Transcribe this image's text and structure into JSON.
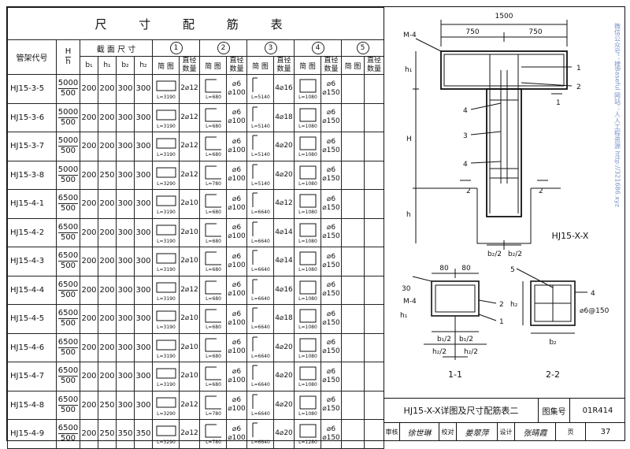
{
  "table": {
    "title": "尺 寸 配 筋 表",
    "col_code": "管架代号",
    "col_H_top": "H",
    "col_H_bottom": "h",
    "col_section": "截 面 尺 寸",
    "section_cols": [
      "b₁",
      "h₁",
      "b₂",
      "h₂"
    ],
    "bar_groups": [
      "1",
      "2",
      "3",
      "4",
      "5"
    ],
    "sub_sketch": "简 图",
    "sub_dia_qty": "直径数量",
    "rows": [
      {
        "code": "HJ15-3-5",
        "H": "5000",
        "h": "500",
        "b1": "200",
        "h1": "200",
        "b2": "300",
        "h2": "300",
        "b1bar": "2⌀12",
        "b2bar": "⌀6 ⌀100",
        "b3bar": "4⌀16",
        "b4bar": "⌀6 ⌀150",
        "L1": "L=3190",
        "L2": "L=680",
        "L3": "L=5140",
        "L4": "L=1080"
      },
      {
        "code": "HJ15-3-6",
        "H": "5000",
        "h": "500",
        "b1": "200",
        "h1": "200",
        "b2": "300",
        "h2": "300",
        "b1bar": "2⌀12",
        "b2bar": "⌀6 ⌀100",
        "b3bar": "4⌀18",
        "b4bar": "⌀6 ⌀150",
        "L1": "L=3190",
        "L2": "L=680",
        "L3": "L=5140",
        "L4": "L=1080"
      },
      {
        "code": "HJ15-3-7",
        "H": "5000",
        "h": "500",
        "b1": "200",
        "h1": "200",
        "b2": "300",
        "h2": "300",
        "b1bar": "2⌀12",
        "b2bar": "⌀6 ⌀100",
        "b3bar": "4⌀20",
        "b4bar": "⌀6 ⌀150",
        "L1": "L=3190",
        "L2": "L=680",
        "L3": "L=5140",
        "L4": "L=1080"
      },
      {
        "code": "HJ15-3-8",
        "H": "5000",
        "h": "500",
        "b1": "200",
        "h1": "250",
        "b2": "300",
        "h2": "300",
        "b1bar": "2⌀12",
        "b2bar": "⌀6 ⌀100",
        "b3bar": "4⌀20",
        "b4bar": "⌀6 ⌀150",
        "L1": "L=3290",
        "L2": "L=780",
        "L3": "L=5140",
        "L4": "L=1080"
      },
      {
        "code": "HJ15-4-1",
        "H": "6500",
        "h": "500",
        "b1": "200",
        "h1": "200",
        "b2": "300",
        "h2": "300",
        "b1bar": "2⌀10",
        "b2bar": "⌀6 ⌀100",
        "b3bar": "4⌀12",
        "b4bar": "⌀6 ⌀150",
        "L1": "L=3190",
        "L2": "L=680",
        "L3": "L=6640",
        "L4": "L=1080"
      },
      {
        "code": "HJ15-4-2",
        "H": "6500",
        "h": "500",
        "b1": "200",
        "h1": "200",
        "b2": "300",
        "h2": "300",
        "b1bar": "2⌀10",
        "b2bar": "⌀6 ⌀100",
        "b3bar": "4⌀14",
        "b4bar": "⌀6 ⌀150",
        "L1": "L=3190",
        "L2": "L=680",
        "L3": "L=6640",
        "L4": "L=1080"
      },
      {
        "code": "HJ15-4-3",
        "H": "6500",
        "h": "500",
        "b1": "200",
        "h1": "200",
        "b2": "300",
        "h2": "300",
        "b1bar": "2⌀10",
        "b2bar": "⌀6 ⌀100",
        "b3bar": "4⌀14",
        "b4bar": "⌀6 ⌀150",
        "L1": "L=3190",
        "L2": "L=680",
        "L3": "L=6640",
        "L4": "L=1080"
      },
      {
        "code": "HJ15-4-4",
        "H": "6500",
        "h": "500",
        "b1": "200",
        "h1": "200",
        "b2": "300",
        "h2": "300",
        "b1bar": "2⌀12",
        "b2bar": "⌀6 ⌀100",
        "b3bar": "4⌀16",
        "b4bar": "⌀6 ⌀150",
        "L1": "L=3190",
        "L2": "L=680",
        "L3": "L=6640",
        "L4": "L=1080"
      },
      {
        "code": "HJ15-4-5",
        "H": "6500",
        "h": "500",
        "b1": "200",
        "h1": "200",
        "b2": "300",
        "h2": "300",
        "b1bar": "2⌀10",
        "b2bar": "⌀6 ⌀100",
        "b3bar": "4⌀18",
        "b4bar": "⌀6 ⌀150",
        "L1": "L=3190",
        "L2": "L=680",
        "L3": "L=6640",
        "L4": "L=1080"
      },
      {
        "code": "HJ15-4-6",
        "H": "6500",
        "h": "500",
        "b1": "200",
        "h1": "200",
        "b2": "300",
        "h2": "300",
        "b1bar": "2⌀10",
        "b2bar": "⌀6 ⌀100",
        "b3bar": "4⌀20",
        "b4bar": "⌀6 ⌀150",
        "L1": "L=3190",
        "L2": "L=680",
        "L3": "L=6640",
        "L4": "L=1080"
      },
      {
        "code": "HJ15-4-7",
        "H": "6500",
        "h": "500",
        "b1": "200",
        "h1": "200",
        "b2": "300",
        "h2": "300",
        "b1bar": "2⌀10",
        "b2bar": "⌀6 ⌀100",
        "b3bar": "4⌀20",
        "b4bar": "⌀6 ⌀150",
        "L1": "L=3190",
        "L2": "L=680",
        "L3": "L=6640",
        "L4": "L=1080"
      },
      {
        "code": "HJ15-4-8",
        "H": "6500",
        "h": "500",
        "b1": "200",
        "h1": "250",
        "b2": "300",
        "h2": "300",
        "b1bar": "2⌀12",
        "b2bar": "⌀6 ⌀100",
        "b3bar": "4⌀20",
        "b4bar": "⌀6 ⌀150",
        "L1": "L=3290",
        "L2": "L=780",
        "L3": "L=6640",
        "L4": "L=1080"
      },
      {
        "code": "HJ15-4-9",
        "H": "6500",
        "h": "500",
        "b1": "200",
        "h1": "250",
        "b2": "350",
        "h2": "350",
        "b1bar": "2⌀12",
        "b2bar": "⌀6 ⌀100",
        "b3bar": "4⌀20",
        "b4bar": "⌀6 ⌀150",
        "L1": "L=3290",
        "L2": "L=780",
        "L3": "L=6640",
        "L4": "L=1280"
      }
    ]
  },
  "drawing": {
    "dim_total": "1500",
    "dim_left": "750",
    "dim_right": "750",
    "embed_label": "M-4",
    "label_h1": "h₁",
    "label_H": "H",
    "label_h": "h",
    "label_b2half": "b₂/2",
    "main_caption": "HJ15-X-X",
    "section1_caption": "1-1",
    "section2_caption": "2-2",
    "cut1": "1",
    "cut2": "2",
    "bar_callouts": [
      "1",
      "2",
      "3",
      "4",
      "5"
    ],
    "sec1_dims": [
      "80",
      "80",
      "30",
      "b₁/2",
      "b₁/2",
      "h₂/2",
      "h₂/2"
    ],
    "sec2_spec": "⌀6@150",
    "sec2_b2": "b₂",
    "sec2_h2": "h₂",
    "watermark": "微信公众号：搜Baseful  网站：人人工程资源 http://321686.xyz"
  },
  "titleblock": {
    "title": "HJ15-X-X详图及尺寸配筋表二",
    "atlas_label": "图集号",
    "atlas_no": "01R414",
    "review_label": "审核",
    "review_sign": "徐世琳",
    "check_label": "校对",
    "check_sign": "姜翠萍",
    "design_label": "设计",
    "design_sign": "张晴霞",
    "page_label": "页",
    "page_no": "37"
  }
}
